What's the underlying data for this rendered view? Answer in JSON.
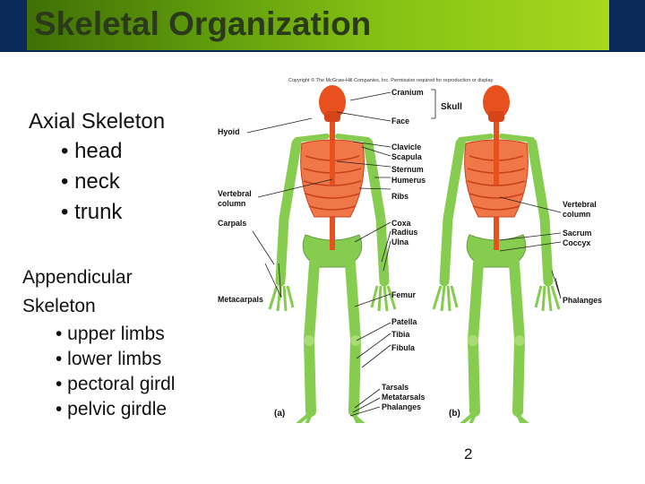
{
  "slide": {
    "title": "Skeletal Organization",
    "page_number": "2"
  },
  "axial": {
    "title": "Axial Skeleton",
    "items": [
      "• head",
      "• neck",
      "• trunk"
    ]
  },
  "appendicular": {
    "title_line1": "Appendicular",
    "title_line2": "Skeleton",
    "items": [
      "• upper limbs",
      "• lower limbs",
      "• pectoral girdl",
      "• pelvic girdle"
    ]
  },
  "figure": {
    "copyright": "Copyright © The McGraw-Hill Companies, Inc. Permission required for reproduction or display",
    "left_labels": [
      "Hyoid",
      "Vertebral",
      "column",
      "Carpals",
      "Metacarpals"
    ],
    "center_labels": [
      "Cranium",
      "Face",
      "Clavicle",
      "Scapula",
      "Sternum",
      "Humerus",
      "Ribs",
      "Coxa",
      "Radius",
      "Ulna",
      "Femur",
      "Patella",
      "Tibia",
      "Fibula",
      "Tarsals",
      "Metatarsals",
      "Phalanges"
    ],
    "skull_label": "Skull",
    "right_labels": [
      "Vertebral",
      "column",
      "Sacrum",
      "Coccyx",
      "Phalanges"
    ],
    "panel_a": "(a)",
    "panel_b": "(b)",
    "colors": {
      "axial": "#e8501e",
      "appendicular": "#86cc4e",
      "outline": "#6a9a48"
    }
  }
}
